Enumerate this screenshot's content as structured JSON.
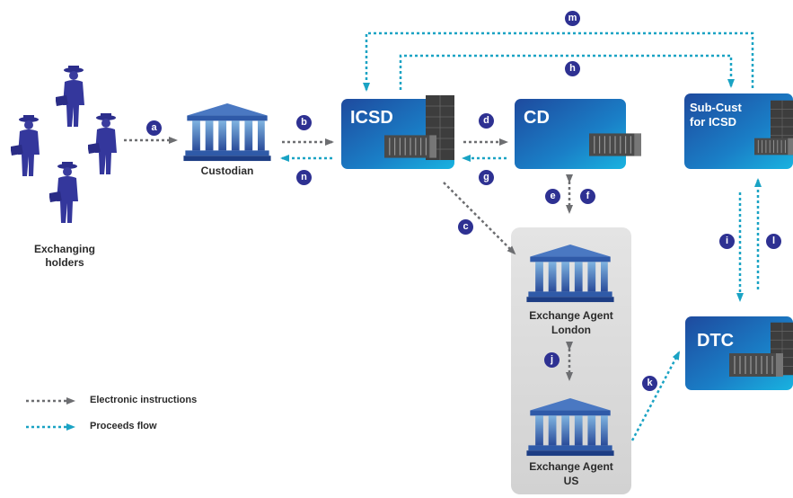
{
  "nodes": {
    "holders": {
      "label_line1": "Exchanging",
      "label_line2": "holders"
    },
    "custodian": {
      "label": "Custodian"
    },
    "icsd": {
      "label": "ICSD"
    },
    "cd": {
      "label": "CD"
    },
    "subcust": {
      "label_line1": "Sub-Cust",
      "label_line2": "for ICSD"
    },
    "dtc": {
      "label": "DTC"
    },
    "agent_london": {
      "label_line1": "Exchange Agent",
      "label_line2": "London"
    },
    "agent_us": {
      "label_line1": "Exchange Agent",
      "label_line2": "US"
    }
  },
  "steps": {
    "a": "a",
    "b": "b",
    "c": "c",
    "d": "d",
    "e": "e",
    "f": "f",
    "g": "g",
    "h": "h",
    "i": "i",
    "j": "j",
    "k": "k",
    "l": "l",
    "m": "m",
    "n": "n"
  },
  "legend": {
    "electronic": "Electronic instructions",
    "proceeds": "Proceeds flow"
  },
  "colors": {
    "electronic": "#6d6e71",
    "proceeds": "#1aa3c4",
    "badge": "#2e3192",
    "box_dark": "#1c4fa0",
    "box_light": "#1aa8d8"
  },
  "icons": {
    "person": "person-with-briefcase-icon",
    "bank": "bank-building-icon",
    "server": "server-rack-icon"
  }
}
